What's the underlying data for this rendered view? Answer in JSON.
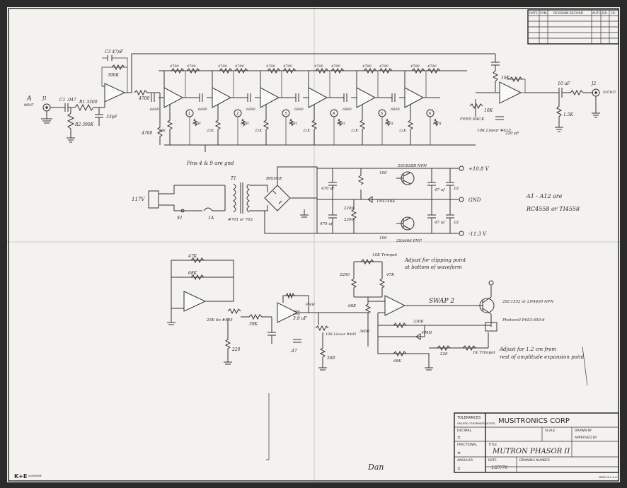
{
  "revision_block": {
    "headers": [
      "DATE",
      "SYM.",
      "REVISION RECORD",
      "AUTH.",
      "DR.",
      "CK."
    ]
  },
  "input": {
    "label": "A",
    "sub": "INPUT",
    "jack": "J1",
    "cap": "C1 .047",
    "r1": "R1 3300",
    "r2": "R2 390K",
    "cap2": "33pF"
  },
  "top_chain": {
    "values": [
      "4700",
      "4700",
      "4700",
      "4700",
      "4700",
      "4700",
      "4700",
      "4700",
      "4700",
      "4700",
      "4700",
      "4700"
    ],
    "feedback": [
      "C3 47pF",
      "390K",
      "4700"
    ],
    "stage_caps": [
      "6800",
      "6800",
      "6800",
      "6800",
      "6800",
      "6800"
    ],
    "fet_labels": [
      "1",
      "2",
      "3",
      "4",
      "5",
      "6"
    ],
    "fet_prefix": "FMH",
    "bias_values": [
      "22K",
      "22K",
      "22K",
      "22K",
      "22K",
      "22K"
    ],
    "note": "Pins 4 & 9 are gnd"
  },
  "output": {
    "label": "OUTPUT",
    "jack": "J2",
    "cap": "10 uF",
    "r": "1.5K",
    "feedback_pot": "10K Linear #415",
    "feedback_label": "FEED BACK",
    "cap_small": "220 pF",
    "r_out": "10K"
  },
  "power": {
    "ac_label": "117V",
    "fuse": "1A",
    "switch": "S1",
    "transformer": "T1",
    "transformer_note": "#701 or 703",
    "bridge": "BRIDGE",
    "rail_pos": "+10.8 V",
    "rail_gnd": "GND",
    "rail_neg": "-11.3 V",
    "pos_transistor": "2SC828B NPN",
    "neg_transistor": "2SA666 PNP",
    "zener": "1N4148A",
    "caps": [
      "470 uf",
      "470 uf",
      "47 uf",
      "47 uf",
      ".01",
      ".01"
    ],
    "resistors": [
      "100",
      "2200",
      "2200",
      "100"
    ],
    "opamp_note_1": "A1 - A12 are",
    "opamp_note_2": "RC4558 or TI4558"
  },
  "lfo": {
    "r_top": "47K",
    "r_mid": "68K",
    "pot": "25K lin #405",
    "r_bottom": "220",
    "r_series": "39K",
    "cap": "3.9 uF",
    "cap2": ".47",
    "speed_pot": "10K Linear #405",
    "r_speed": "560",
    "trim_top_label": "10K Trimpot",
    "trim_top_note_1": "Adjust for clipping point",
    "trim_top_note_2": "at bottom of waveform",
    "r_trim": "2200",
    "r_trim2": "47K",
    "r_buf": "68K",
    "r_buf2": "3600",
    "swap_label": "SWAP 2",
    "transistor": "2SC1552 or 2N4400 NPN",
    "photocell": "Photocell P653-650-6",
    "r_fb1": "330K",
    "r_fb2": "FMH",
    "r_fb3": "68K",
    "r_fb4": "220",
    "trim_bottom_label": "1K Trimpot",
    "trim_bottom_note_1": "Adjust for 1.2 cm from",
    "trim_bottom_note_2": "rest of amplitude expansion point"
  },
  "title_block": {
    "tolerances": "TOLERANCES",
    "unless": "UNLESS OTHERWISE NOTED",
    "decimal": "DECIMAL",
    "fractional": "FRACTIONAL",
    "angular": "ANGULAR",
    "pm": "±",
    "company": "MUSITRONICS CORP",
    "scale": "SCALE",
    "drawn_by": "DRAWN BY",
    "approved_by": "APPROVED BY",
    "title_label": "TITLE",
    "title": "MUTRON PHASOR II",
    "date_label": "DATE",
    "date": "1/27/76",
    "drawing_number": "DRAWING NUMBER"
  },
  "signature": "Dan",
  "maker": "K+E",
  "maker_note": "ALBANENE",
  "made_in": "MADE IN U.S.A."
}
